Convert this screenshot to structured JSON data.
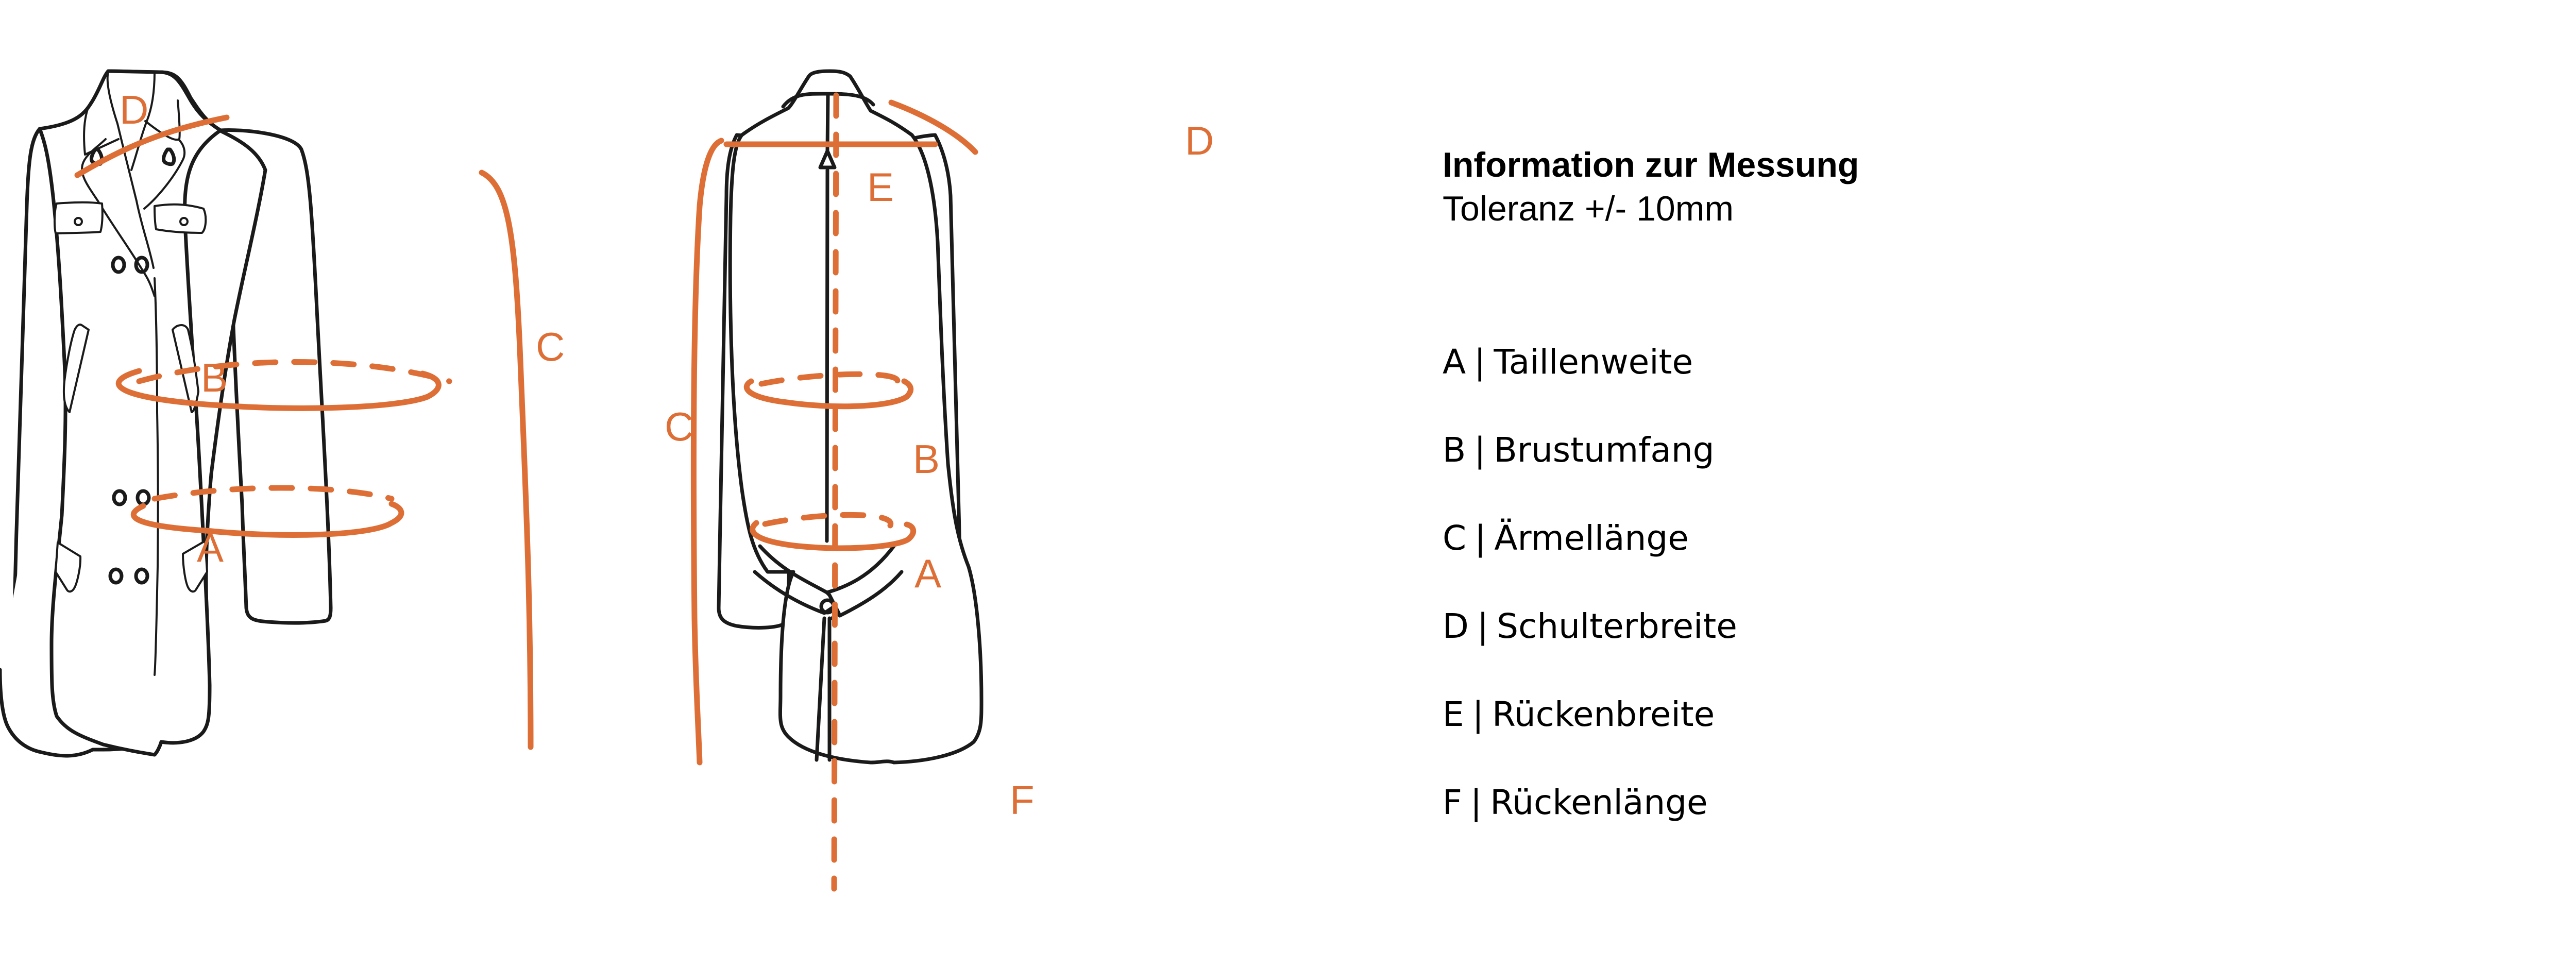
{
  "info": {
    "title": "Information zur Messung",
    "tolerance": "Toleranz +/- 10mm"
  },
  "legend": [
    {
      "key": "A",
      "separator": "|",
      "label": "Taillenweite"
    },
    {
      "key": "B",
      "separator": "|",
      "label": "Brustumfang"
    },
    {
      "key": "C",
      "separator": "|",
      "label": "Ärmellänge"
    },
    {
      "key": "D",
      "separator": "|",
      "label": "Schulterbreite"
    },
    {
      "key": "E",
      "separator": "|",
      "label": "Rückenbreite"
    },
    {
      "key": "F",
      "separator": "|",
      "label": "Rückenlänge"
    }
  ],
  "diagram": {
    "accent_color": "#dd6f36",
    "outline_color": "#1a1a1a",
    "front_view": {
      "labels": {
        "A": "A",
        "B": "B",
        "C": "C",
        "D": "D"
      }
    },
    "back_view": {
      "labels": {
        "A": "A",
        "B": "B",
        "C": "C",
        "D": "D",
        "E": "E",
        "F": "F"
      }
    }
  }
}
